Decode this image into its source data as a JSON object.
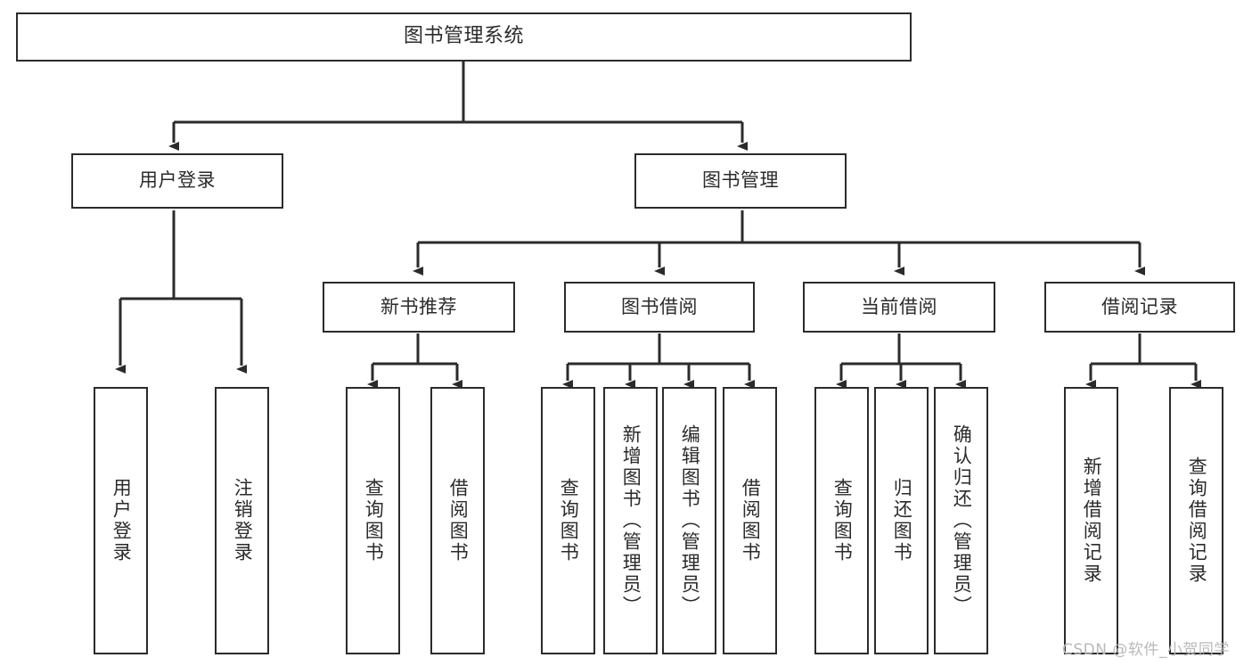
{
  "diagram": {
    "title": "图书管理系统",
    "type": "functional-structure-tree",
    "root": {
      "label": "图书管理系统"
    },
    "level2": [
      {
        "label": "用户登录"
      },
      {
        "label": "图书管理"
      }
    ],
    "level3": [
      {
        "label": "新书推荐"
      },
      {
        "label": "图书借阅"
      },
      {
        "label": "当前借阅"
      },
      {
        "label": "借阅记录"
      }
    ],
    "leaves": {
      "user_login": [
        {
          "label": "用户登录"
        },
        {
          "label": "注销登录"
        }
      ],
      "new_book_recommend": [
        {
          "label": "查询图书"
        },
        {
          "label": "借阅图书"
        }
      ],
      "book_borrow": [
        {
          "label": "查询图书"
        },
        {
          "label": "新增图书（管理员）"
        },
        {
          "label": "编辑图书（管理员）"
        },
        {
          "label": "借阅图书"
        }
      ],
      "current_borrow": [
        {
          "label": "查询图书"
        },
        {
          "label": "归还图书"
        },
        {
          "label": "确认归还（管理员）"
        }
      ],
      "borrow_record": [
        {
          "label": "新增借阅记录"
        },
        {
          "label": "查询借阅记录"
        }
      ]
    }
  },
  "watermark": {
    "text": "CSDN @软件_小贺同学"
  },
  "colors": {
    "stroke": "#2b2b2b",
    "background": "#ffffff",
    "watermark": "#b9b9b9"
  }
}
